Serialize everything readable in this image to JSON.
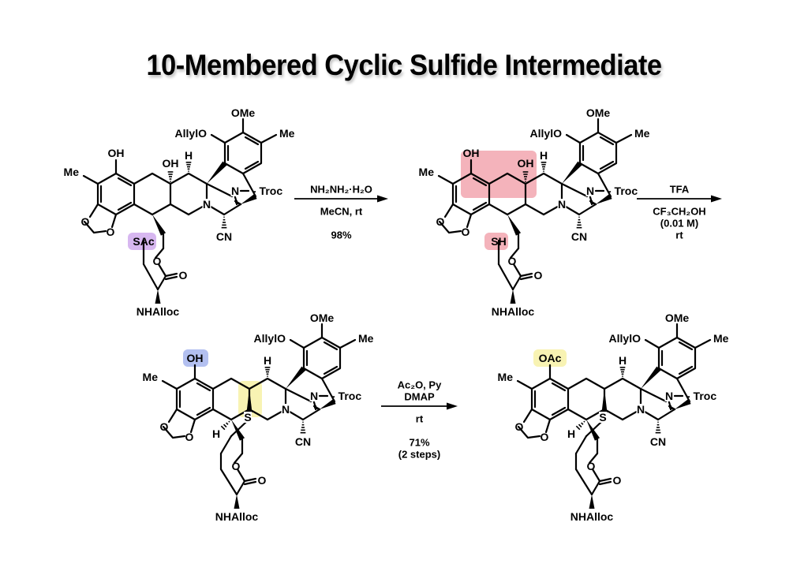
{
  "title": "10-Membered Cyclic Sulfide Intermediate",
  "colors": {
    "highlight_purple": "#d7b7f0",
    "highlight_pink": "#f4b3bb",
    "highlight_blue": "#b3c0f0",
    "highlight_yellow": "#f8f3b3"
  },
  "common_labels": {
    "allylo": "AllylO",
    "ome": "OMe",
    "me_top": "Me",
    "me_left": "Me",
    "troc": "Troc",
    "n_bridge": "N",
    "n_ring": "N",
    "h": "H",
    "cn": "CN",
    "o1": "O",
    "o2": "O",
    "o_ester": "O",
    "o_carbonyl": "O",
    "nhalloc": "NHAlloc"
  },
  "compounds": [
    {
      "id": "1",
      "phenol_label": "OH",
      "phenol_highlight": "",
      "c_label": "OH",
      "s_label": "SAc",
      "s_highlight": "purple",
      "diol_highlight": false,
      "sulfide_bridge": false
    },
    {
      "id": "2",
      "phenol_label": "OH",
      "phenol_highlight": "",
      "c_label": "OH",
      "s_label": "SH",
      "s_highlight": "pink",
      "diol_highlight": true,
      "sulfide_bridge": false
    },
    {
      "id": "3",
      "phenol_label": "OH",
      "phenol_highlight": "blue",
      "c_label": "",
      "s_label": "S",
      "s_highlight": "yellow",
      "diol_highlight": false,
      "sulfide_bridge": true
    },
    {
      "id": "4",
      "phenol_label": "OAc",
      "phenol_highlight": "yellow",
      "c_label": "",
      "s_label": "S",
      "s_highlight": "",
      "diol_highlight": false,
      "sulfide_bridge": true
    }
  ],
  "steps": [
    {
      "above": [
        "NH₂NH₂·H₂O"
      ],
      "below": [
        "MeCN, rt",
        "",
        "98%"
      ]
    },
    {
      "above": [
        "TFA"
      ],
      "below": [
        "CF₃CH₂OH",
        "(0.01 M)",
        "rt"
      ]
    },
    {
      "above": [
        "Ac₂O, Py",
        "DMAP"
      ],
      "below": [
        "rt",
        "",
        "71%",
        "(2 steps)"
      ]
    }
  ]
}
